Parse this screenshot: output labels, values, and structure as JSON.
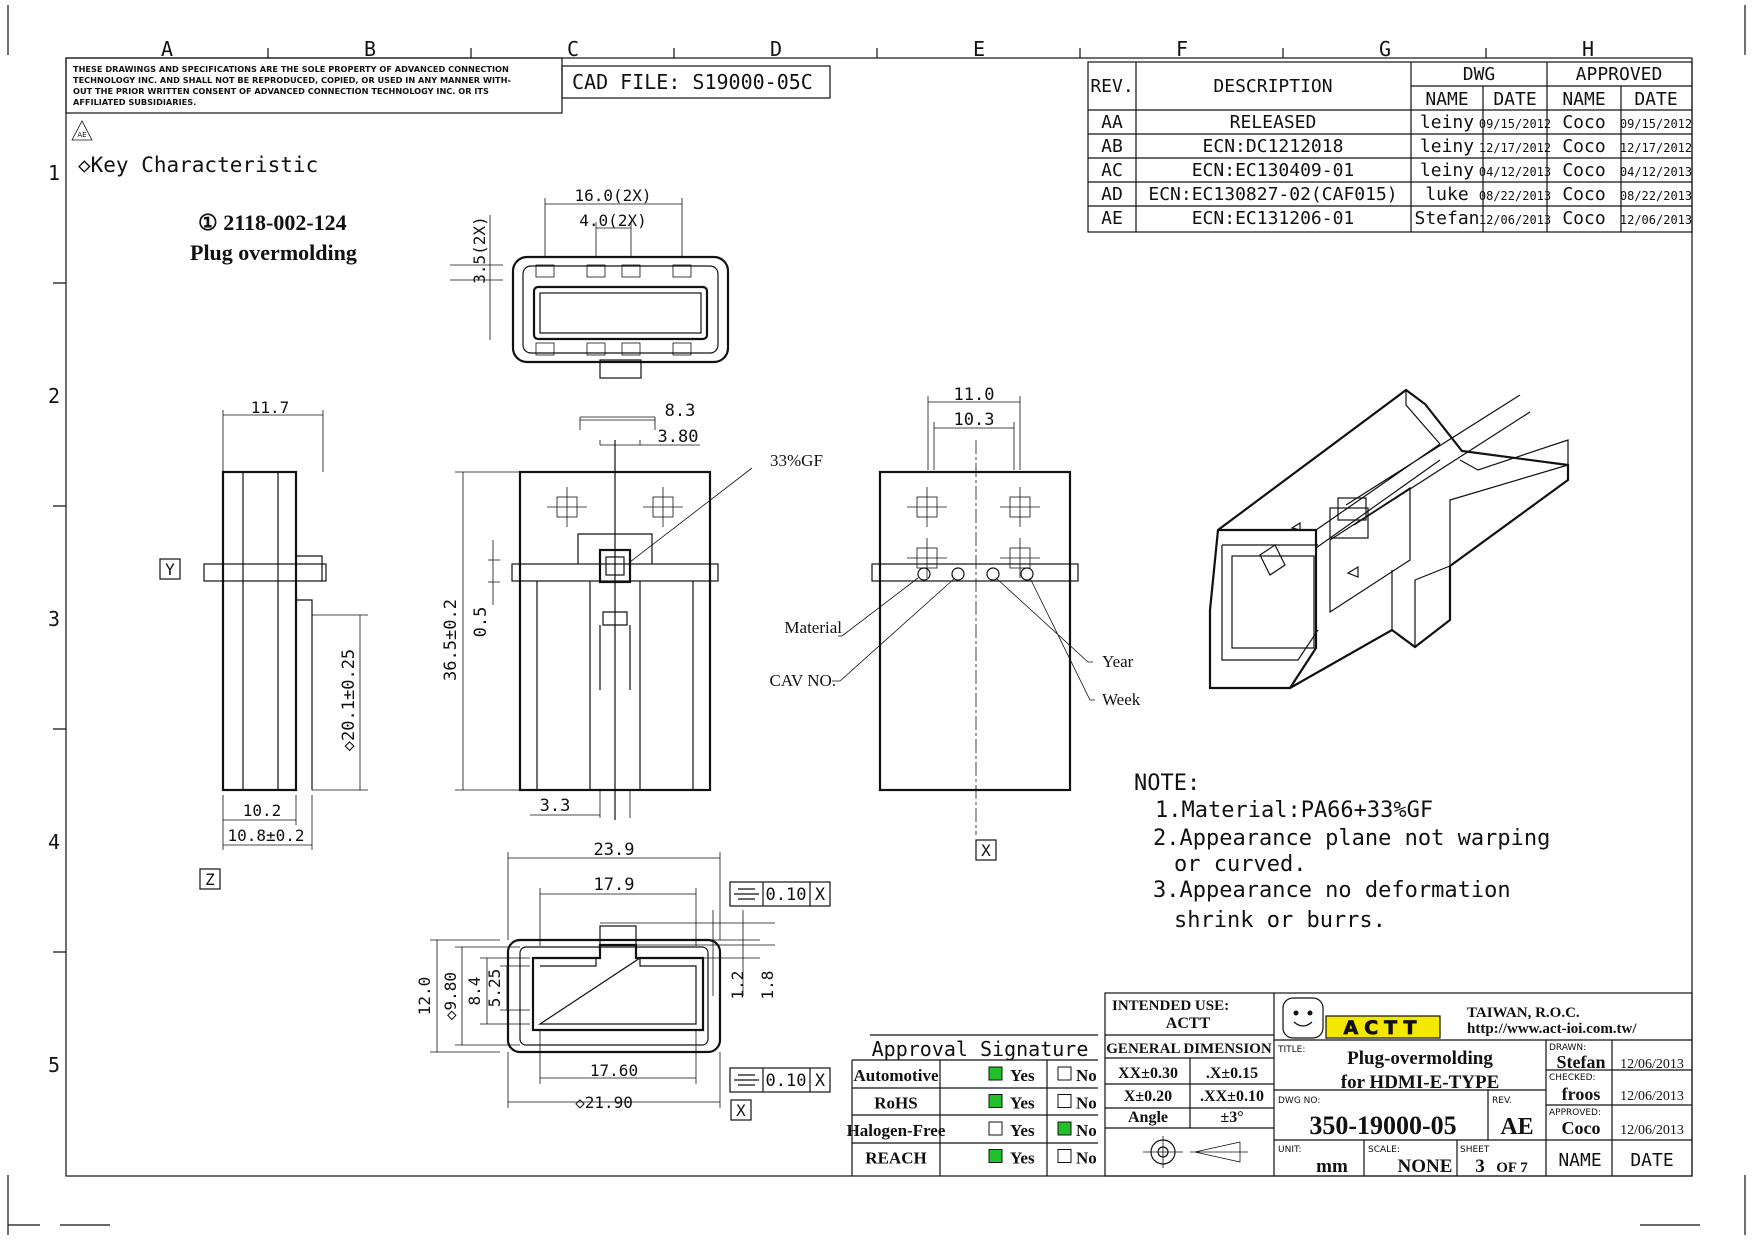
{
  "grid": {
    "columns": [
      "A",
      "B",
      "C",
      "D",
      "E",
      "F",
      "G",
      "H"
    ],
    "rows": [
      "1",
      "2",
      "3",
      "4",
      "5"
    ]
  },
  "notice": {
    "line1": "THESE DRAWINGS AND SPECIFICATIONS ARE THE SOLE PROPERTY OF ADVANCED CONNECTION",
    "line2": "TECHNOLOGY INC. AND SHALL NOT BE REPRODUCED, COPIED, OR USED IN ANY MANNER WITH-",
    "line3": "OUT THE PRIOR WRITTEN CONSENT OF ADVANCED CONNECTION TECHNOLOGY INC. OR ITS",
    "line4": "AFFILIATED SUBSIDIARIES.",
    "badge": "AE"
  },
  "cad_file": "CAD FILE:  S19000-05C",
  "key_characteristic": "◇Key Characteristic",
  "part": {
    "number": "① 2118-002-124",
    "name": "Plug overmolding"
  },
  "revision_table": {
    "headers": {
      "rev": "REV.",
      "description": "DESCRIPTION",
      "dwg": "DWG",
      "approved": "APPROVED",
      "name": "NAME",
      "date": "DATE"
    },
    "rows": [
      {
        "rev": "AA",
        "description": "RELEASED",
        "dwg_name": "leiny",
        "dwg_date": "09/15/2012",
        "app_name": "Coco",
        "app_date": "09/15/2012"
      },
      {
        "rev": "AB",
        "description": "ECN:DC1212018",
        "dwg_name": "leiny",
        "dwg_date": "12/17/2012",
        "app_name": "Coco",
        "app_date": "12/17/2012"
      },
      {
        "rev": "AC",
        "description": "ECN:EC130409-01",
        "dwg_name": "leiny",
        "dwg_date": "04/12/2013",
        "app_name": "Coco",
        "app_date": "04/12/2013"
      },
      {
        "rev": "AD",
        "description": "ECN:EC130827-02(CAF015)",
        "dwg_name": "luke",
        "dwg_date": "08/22/2013",
        "app_name": "Coco",
        "app_date": "08/22/2013"
      },
      {
        "rev": "AE",
        "description": "ECN:EC131206-01",
        "dwg_name": "Stefan",
        "dwg_date": "12/06/2013",
        "app_name": "Coco",
        "app_date": "12/06/2013"
      }
    ]
  },
  "dimensions": {
    "top_16": "16.0(2X)",
    "top_4": "4.0(2X)",
    "top_35": "3.5(2X)",
    "side_117": "11.7",
    "side_y": "Y",
    "side_z": "Z",
    "side_201": "◇20.1±0.25",
    "side_102": "10.2",
    "side_108": "10.8±0.2",
    "front_83": "8.3",
    "front_380": "3.80",
    "front_gf": "33%GF",
    "front_05": "0.5",
    "front_365": "36.5±0.2",
    "front_33": "3.3",
    "back_110": "11.0",
    "back_103": "10.3",
    "back_material": "Material",
    "back_cav": "CAV NO.",
    "back_year": "Year",
    "back_week": "Week",
    "back_x": "X",
    "bot_239": "23.9",
    "bot_179": "17.9",
    "bot_tol1": "0.10",
    "bot_tol1_ref": "X",
    "bot_120": "12.0",
    "bot_980": "◇9.80",
    "bot_84": "8.4",
    "bot_525": "5.25",
    "bot_12": "1.2",
    "bot_18": "1.8",
    "bot_1760": "17.60",
    "bot_2190": "◇21.90",
    "bot_tol2": "0.10",
    "bot_tol2_ref": "X",
    "bot_x": "X"
  },
  "notes": {
    "title": "NOTE:",
    "n1": "1.Material:PA66+33%GF",
    "n2a": "2.Appearance plane not warping",
    "n2b": "or curved.",
    "n3a": "3.Appearance no deformation",
    "n3b": "shrink or burrs."
  },
  "approval": {
    "title": "Approval Signature",
    "rows": [
      {
        "label": "Automotive",
        "yes": "Yes",
        "no": "No",
        "yes_checked": true,
        "no_checked": false
      },
      {
        "label": "RoHS",
        "yes": "Yes",
        "no": "No",
        "yes_checked": true,
        "no_checked": false
      },
      {
        "label": "Halogen-Free",
        "yes": "Yes",
        "no": "No",
        "yes_checked": false,
        "no_checked": true
      },
      {
        "label": "REACH",
        "yes": "Yes",
        "no": "No",
        "yes_checked": true,
        "no_checked": false
      }
    ],
    "check_color": "#22c02a"
  },
  "intended_use": {
    "label": "INTENDED USE:",
    "value": "ACTT"
  },
  "general_dimension": {
    "title": "GENERAL DIMENSION",
    "r1a": "XX±0.30",
    "r1b": ".X±0.15",
    "r2a": "X±0.20",
    "r2b": ".XX±0.10",
    "r3a": "Angle",
    "r3b": "±3°"
  },
  "company": {
    "logo_text": "ACTT",
    "logo_color": "#f5e800",
    "location": "TAIWAN, R.O.C.",
    "url": "http://www.act-ioi.com.tw/"
  },
  "title_block": {
    "title_label": "TITLE:",
    "title1": "Plug-overmolding",
    "title2": "for HDMI-E-TYPE",
    "dwg_no_label": "DWG NO:",
    "dwg_no": "350-19000-05",
    "rev_label": "REV.",
    "rev": "AE",
    "unit_label": "UNIT:",
    "unit": "mm",
    "scale_label": "SCALE:",
    "scale": "NONE",
    "sheet_label": "SHEET",
    "sheet": "3",
    "sheet_of": "OF 7",
    "drawn_label": "DRAWN:",
    "drawn_name": "Stefan",
    "drawn_date": "12/06/2013",
    "checked_label": "CHECKED:",
    "checked_name": "froos",
    "checked_date": "12/06/2013",
    "approved_label": "APPROVED:",
    "approved_name": "Coco",
    "approved_date": "12/06/2013",
    "name_hdr": "NAME",
    "date_hdr": "DATE"
  }
}
